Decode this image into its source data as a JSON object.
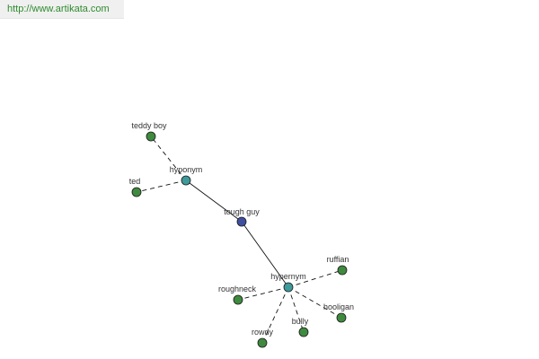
{
  "site_url": "http://www.artikata.com",
  "colors": {
    "central_node": "#3f4fa0",
    "relation_node": "#3f9a9a",
    "term_node": "#3f8a3f",
    "url_text": "#2e8b2e"
  },
  "graph": {
    "central": "tough guy",
    "relations": [
      {
        "id": "hyponym",
        "label": "hyponym",
        "terms": [
          "teddy boy",
          "ted"
        ]
      },
      {
        "id": "hypernym",
        "label": "hypernym",
        "terms": [
          "ruffian",
          "roughneck",
          "hooligan",
          "bully",
          "rowdy"
        ]
      }
    ]
  }
}
